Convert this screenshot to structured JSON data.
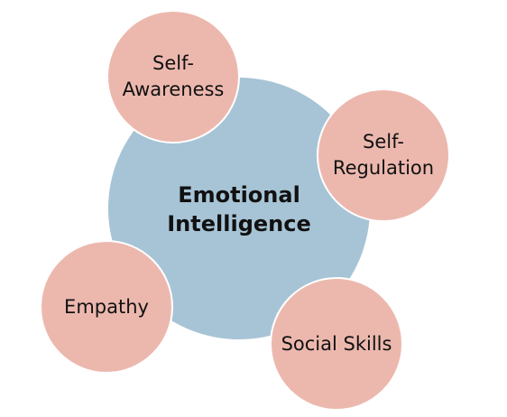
{
  "diagram": {
    "center": {
      "label": "Emotional Intelligence"
    },
    "nodes": [
      {
        "label": "Self-\nAwareness"
      },
      {
        "label": "Self-\nRegulation"
      },
      {
        "label": "Empathy"
      },
      {
        "label": "Social Skills"
      }
    ]
  },
  "colors": {
    "center_fill": "#a7c4d6",
    "node_fill": "#ecb8ae",
    "node_border": "#ffffff",
    "text": "#111111"
  }
}
